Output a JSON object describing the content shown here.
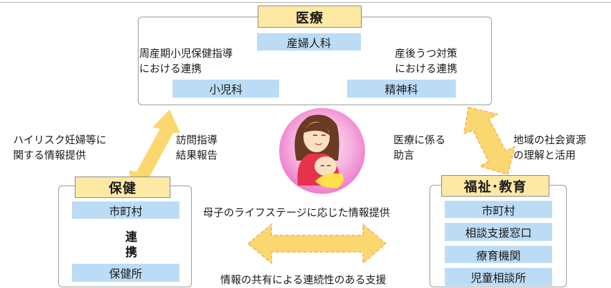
{
  "medical": {
    "title": "医療",
    "obgyn": "産婦人科",
    "pediatrics": "小児科",
    "psychiatry": "精神科",
    "left_note": [
      "周産期小児保健指導",
      "における連携"
    ],
    "right_note": [
      "産後うつ対策",
      "における連携"
    ]
  },
  "health": {
    "title": "保健",
    "municipality": "市町村",
    "cooperation": [
      "連",
      "携"
    ],
    "health_center": "保健所"
  },
  "welfare": {
    "title": "福祉･教育",
    "items": [
      "市町村",
      "相談支援窓口",
      "療育機関",
      "児童相談所"
    ]
  },
  "left_arrow": {
    "outer_text": [
      "ハイリスク妊婦等に",
      "関する情報提供"
    ],
    "inner_text": [
      "訪問指導",
      "結果報告"
    ]
  },
  "right_arrow": {
    "inner_text": [
      "医療に係る",
      "助言"
    ],
    "outer_text": [
      "地域の社会資源",
      "の理解と活用"
    ]
  },
  "center": {
    "top_text": "母子のライフステージに応じた情報提供",
    "bottom_text": "情報の共有による連続性のある支援"
  },
  "colors": {
    "header_fill": "#fde9a4",
    "box_fill": "#bcdcf5",
    "arrow_fill": "#fbd76f",
    "cooperation_arrow": "#8fe38f",
    "center_circle": "#f49ad6"
  }
}
